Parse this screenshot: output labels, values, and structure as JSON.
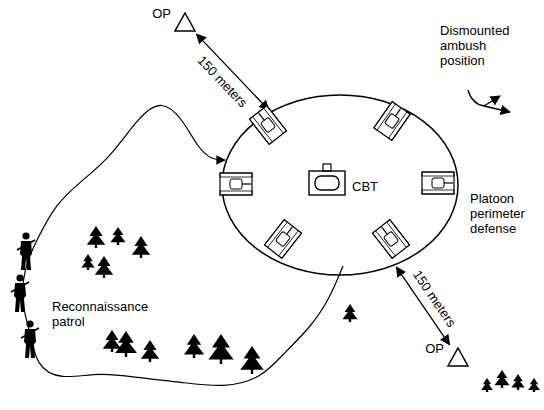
{
  "diagram": {
    "nodes": [
      {
        "text": [
          "Platoon perimeter defense"
        ]
      },
      {
        "text": [
          "CBT"
        ],
        "in": 0
      },
      {
        "text": [
          "OP"
        ]
      },
      {
        "text": [
          "OP"
        ]
      }
    ],
    "edges": [
      {
        "from": 2,
        "to": 0,
        "arrow": "both",
        "label": "150 meters"
      },
      {
        "from": 0,
        "to": 3,
        "arrow": "both",
        "label": "150 meters"
      }
    ],
    "labels": [
      "Dismounted ambush position",
      "Reconnaissance patrol"
    ]
  }
}
